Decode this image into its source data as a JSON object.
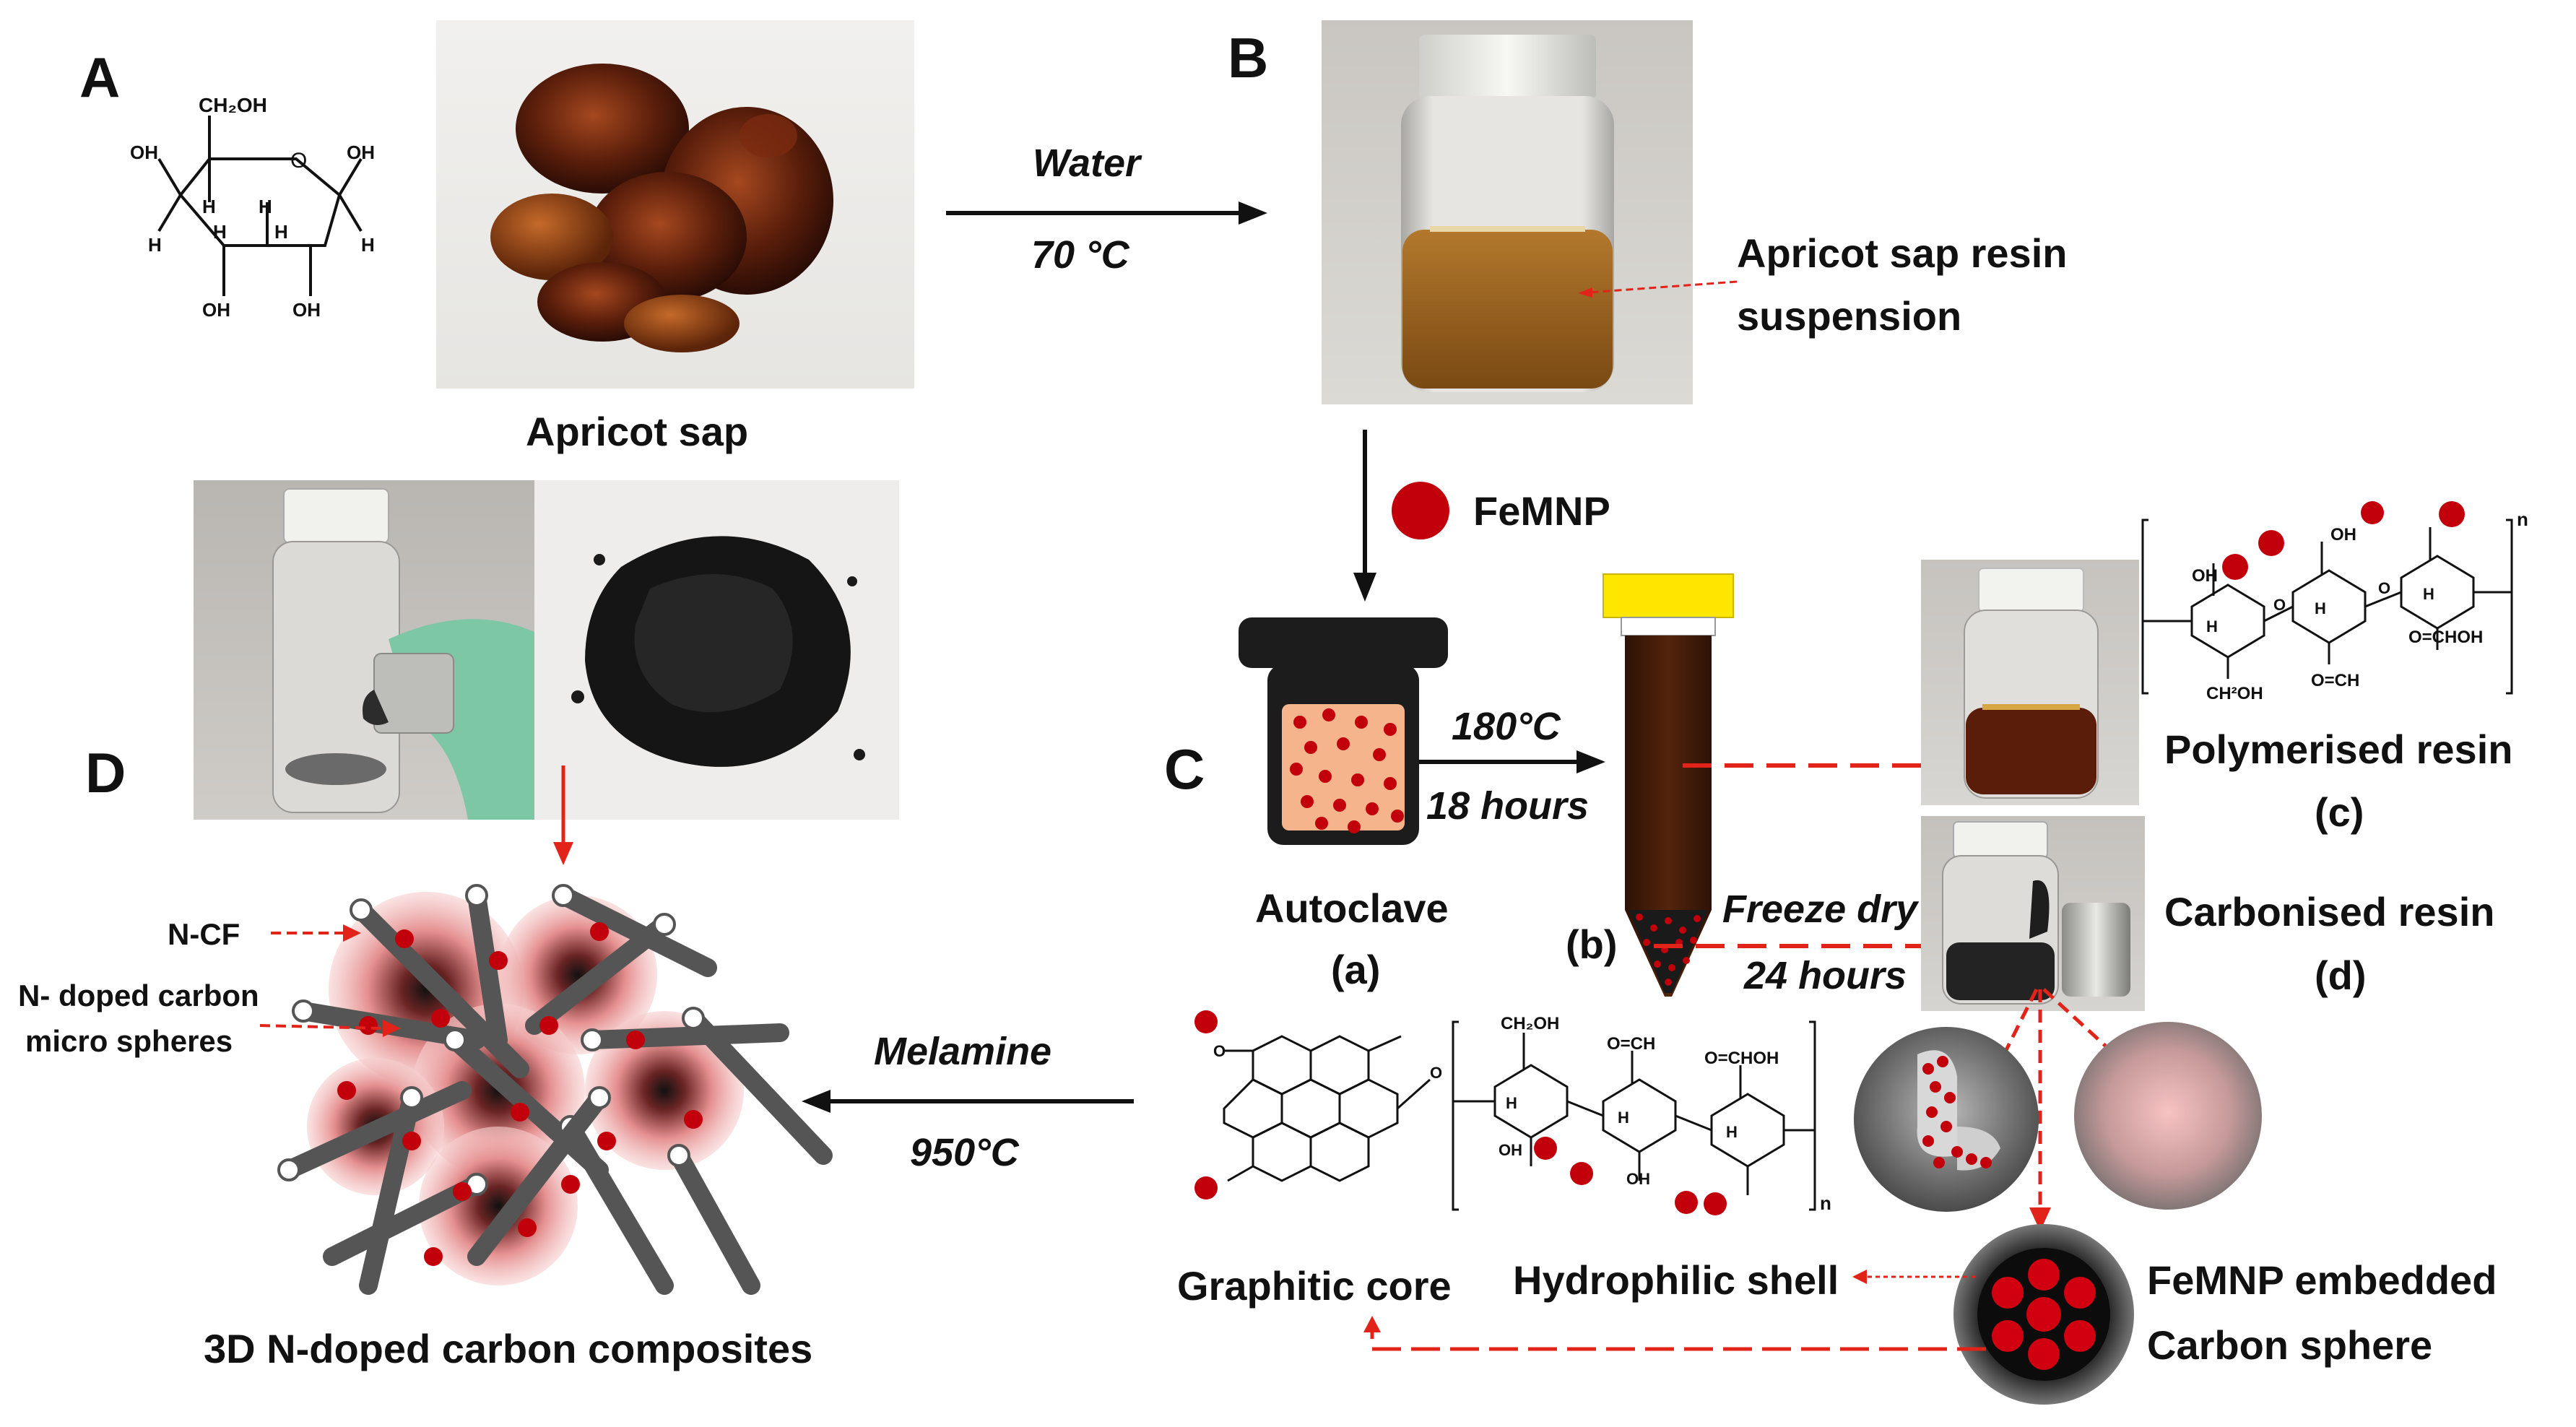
{
  "panels": {
    "a": "A",
    "b": "B",
    "c": "C",
    "d": "D"
  },
  "glucose": {
    "ch2oh": "CH₂OH",
    "oh": "OH",
    "h": "H",
    "o": "O"
  },
  "captions": {
    "apricot_sap": "Apricot sap",
    "resin_suspension_line1": "Apricot sap resin",
    "resin_suspension_line2": "suspension",
    "femnp": "FeMNP",
    "autoclave": "Autoclave",
    "autoclave_sub": "(a)",
    "tube_sub": "(b)",
    "polymerised": "Polymerised resin",
    "polymerised_sub": "(c)",
    "carbonised": "Carbonised resin",
    "carbonised_sub": "(d)",
    "graphitic_core": "Graphitic core",
    "hydrophilic_shell": "Hydrophilic shell",
    "embedded_line1": "FeMNP embedded",
    "embedded_line2": "Carbon sphere",
    "composite": "3D N-doped carbon composites",
    "ncf": "N-CF",
    "nspheres_line1": "N- doped carbon",
    "nspheres_line2": "micro spheres"
  },
  "arrows": {
    "water": "Water",
    "temp70": "70 °C",
    "temp180": "180°C",
    "hours18": "18 hours",
    "freeze": "Freeze dry",
    "hours24": "24 hours",
    "melamine": "Melamine",
    "temp950": "950°C"
  },
  "chem": {
    "polymer_subscript": "n",
    "polymer_subscript_top": "n",
    "ch2oh": "CH₂OH",
    "ch2oh_top": "CH²OH",
    "o_ch": "O=CH",
    "o_choh": "O=CHOH",
    "oh": "OH",
    "h": "H",
    "o": "O"
  },
  "colors": {
    "accent_red": "#e2231a",
    "particle_red": "#b3000c",
    "resin_brown": "#3a1806",
    "cap_yellow": "#ffe600"
  }
}
